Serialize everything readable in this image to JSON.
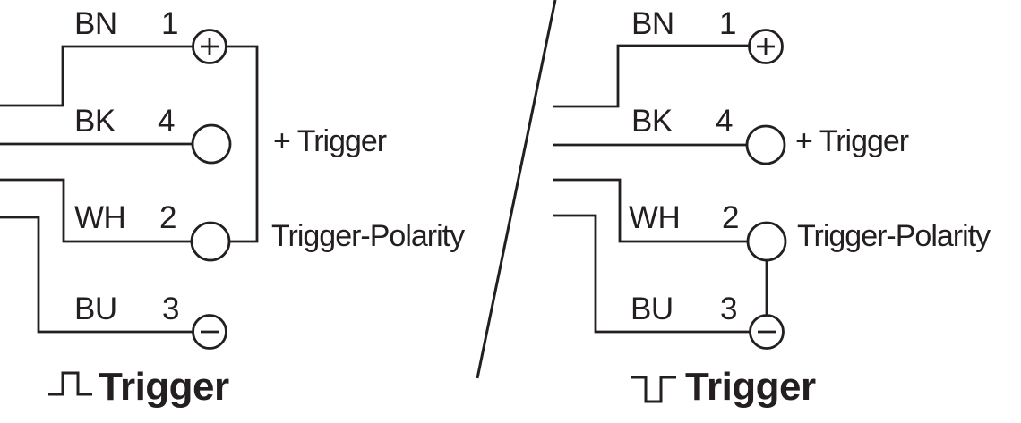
{
  "diagram": {
    "background_color": "#ffffff",
    "line_color": "#231f20",
    "description": "Trigger wiring diagrams for positive and negative trigger polarity"
  },
  "left": {
    "wires": [
      {
        "color": "BN",
        "pin": "1",
        "terminal": "+"
      },
      {
        "color": "BK",
        "pin": "4",
        "terminal": ""
      },
      {
        "color": "WH",
        "pin": "2",
        "terminal": ""
      },
      {
        "color": "BU",
        "pin": "3",
        "terminal": "−"
      }
    ],
    "signal_labels": {
      "bk": "+ Trigger",
      "wh": "Trigger-Polarity"
    },
    "polarity_connection": "pin 2 connected to + (pin 1)",
    "pulse": {
      "icon": "positive-pulse-icon",
      "label": "Trigger"
    }
  },
  "right": {
    "wires": [
      {
        "color": "BN",
        "pin": "1",
        "terminal": "+"
      },
      {
        "color": "BK",
        "pin": "4",
        "terminal": ""
      },
      {
        "color": "WH",
        "pin": "2",
        "terminal": ""
      },
      {
        "color": "BU",
        "pin": "3",
        "terminal": "−"
      }
    ],
    "signal_labels": {
      "bk": "+ Trigger",
      "wh": "Trigger-Polarity"
    },
    "polarity_connection": "pin 2 connected to − (pin 3)",
    "pulse": {
      "icon": "negative-pulse-icon",
      "label": "Trigger"
    }
  }
}
